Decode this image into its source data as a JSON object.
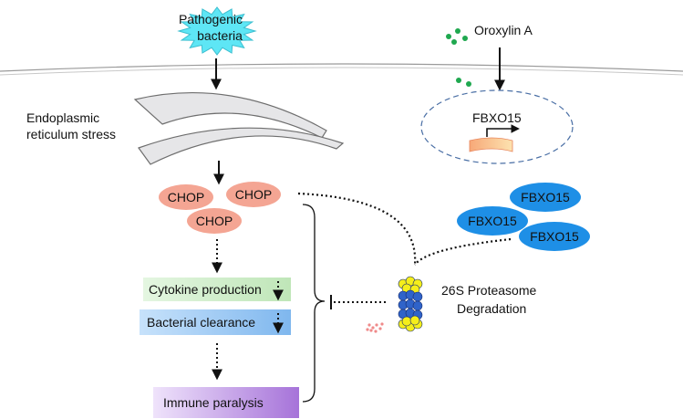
{
  "labels": {
    "pathogen": [
      "Pathogenic",
      "bacteria"
    ],
    "oroxylin": "Oroxylin A",
    "er_stress": [
      "Endoplasmic",
      "reticulum stress"
    ],
    "fbxo15_gene": "FBXO15",
    "chop": [
      "CHOP",
      "CHOP",
      "CHOP"
    ],
    "fbxo15_proteins": [
      "FBXO15",
      "FBXO15",
      "FBXO15"
    ],
    "cytokine": "Cytokine production",
    "clearance": "Bacterial clearance",
    "paralysis": "Immune paralysis",
    "proteasome": [
      "26S Proteasome",
      "Degradation"
    ]
  },
  "colors": {
    "pathogen_fill": "#5ee6f5",
    "oroxylin_dots": "#1fa84f",
    "er_fill": "#e6e6e8",
    "chop_fill": "#f4a593",
    "fbxo15_fill": "#1e8fe6",
    "cytokine_box": "#d3efcf",
    "clearance_box": "#9ecbf5",
    "paralysis_box": "#c49be6",
    "proteasome_blue": "#2f63c9",
    "proteasome_yellow": "#f5ee1a",
    "peptide": "#ef8a8a"
  },
  "icons": [
    "starburst-icon",
    "dna-arrow-icon",
    "proteasome-icon",
    "peptide-fragments-icon"
  ]
}
